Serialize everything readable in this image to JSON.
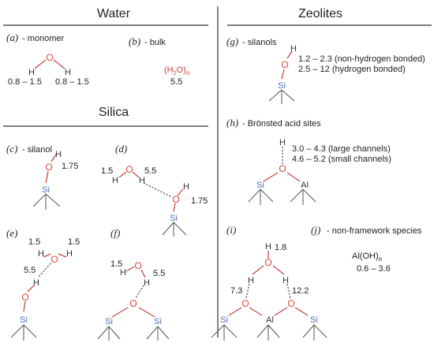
{
  "headers": {
    "water": "Water",
    "zeolites": "Zeolites",
    "silica": "Silica"
  },
  "atoms": {
    "O": "O",
    "H": "H",
    "Si": "Si",
    "Al": "Al"
  },
  "panels": {
    "a": {
      "tag": "(a)",
      "title": " - monomer",
      "v1": "0.8 – 1.5",
      "v2": "0.8 – 1.5"
    },
    "b": {
      "tag": "(b)",
      "title": " - bulk",
      "formula_base": "(H",
      "formula_sub": "2",
      "formula_mid": "O)",
      "formula_n": "n",
      "value": "5.5"
    },
    "c": {
      "tag": "(c)",
      "title": " - silanol",
      "value": "1.75"
    },
    "d": {
      "tag": "(d)",
      "v1": "1.5",
      "v2": "5.5",
      "v3": "1.75"
    },
    "e": {
      "tag": "(e)",
      "v1": "1.5",
      "v2": "1.5",
      "v3": "5.5"
    },
    "f": {
      "tag": "(f)",
      "v1": "1.5",
      "v2": "5.5"
    },
    "g": {
      "tag": "(g)",
      "title": " - silanols",
      "line1": "1.2 – 2.3 (non-hydrogen bonded)",
      "line2": "2.5 – 12 (hydrogen bonded)"
    },
    "h": {
      "tag": "(h)",
      "title": " - Brönsted acid sites",
      "line1": "3.0 – 4.3 (large channels)",
      "line2": "4.6 – 5.2 (small channels)"
    },
    "i": {
      "tag": "(i)",
      "v1": "1.8",
      "v2": "7.3",
      "v3": "12.2"
    },
    "j": {
      "tag": "(j)",
      "title": " - non-framework  species",
      "formula_base": "Al(OH)",
      "formula_n": "n",
      "value": "0.6 – 3.6"
    }
  }
}
